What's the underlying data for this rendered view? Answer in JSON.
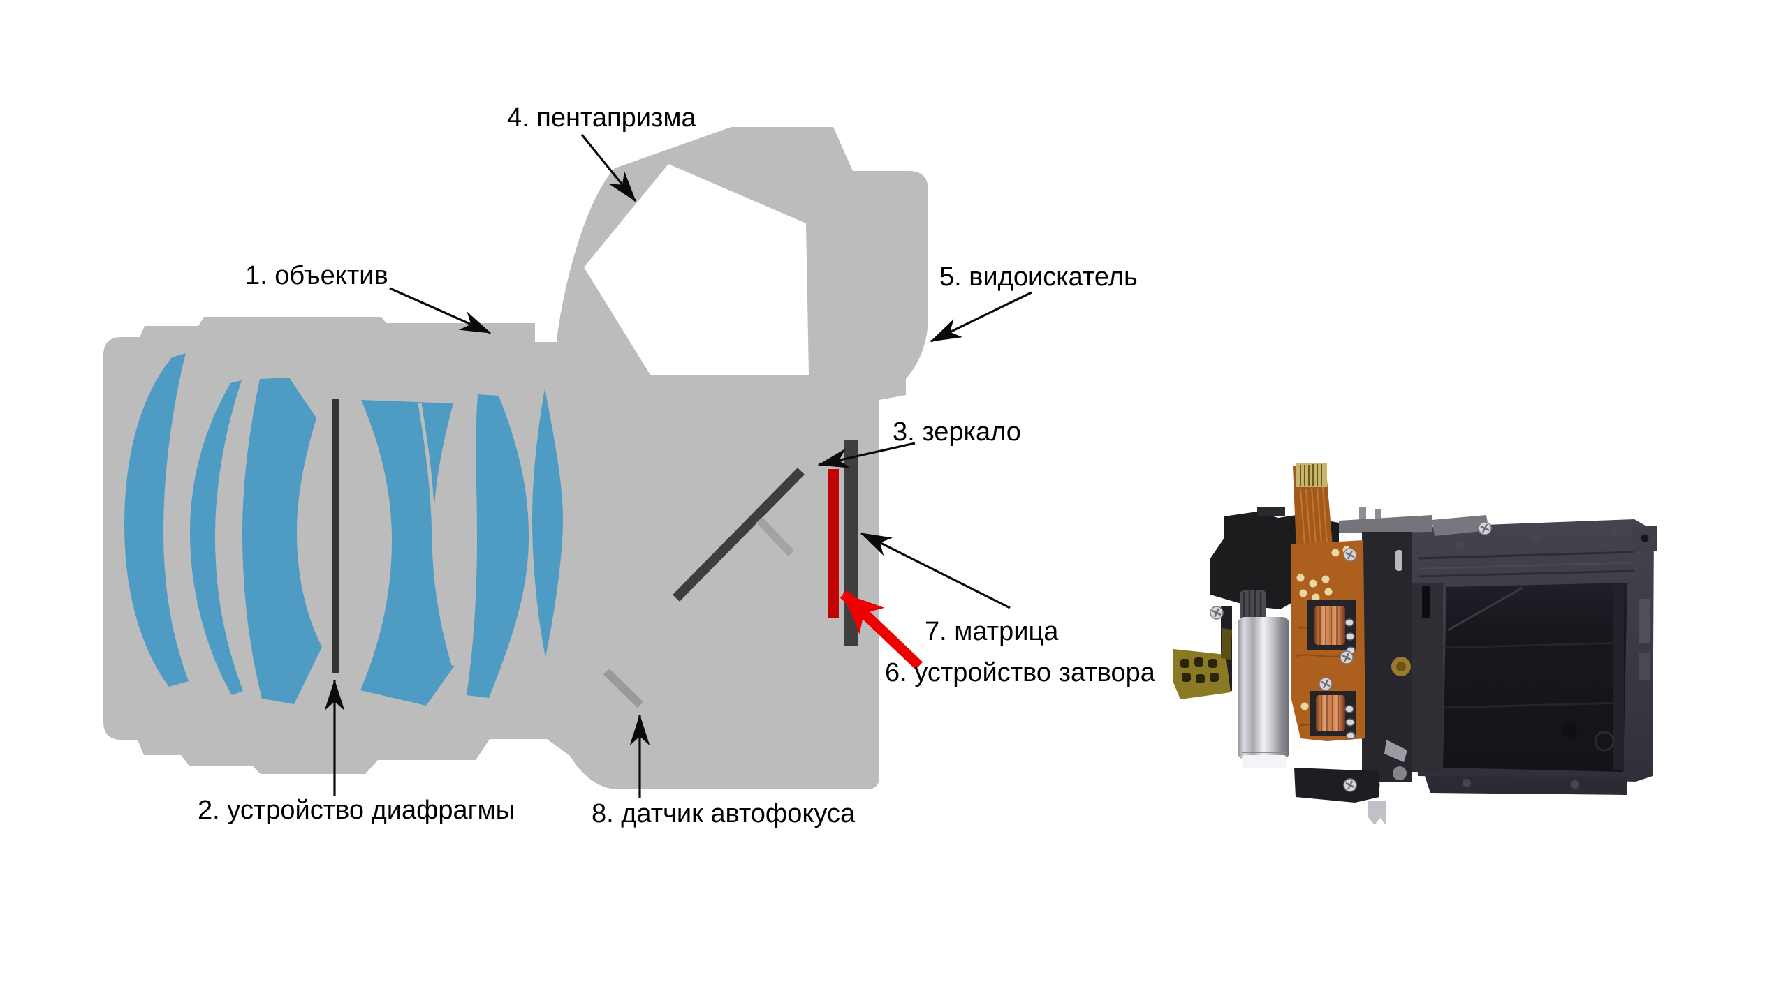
{
  "figure": {
    "labels": {
      "lens": "1. объектив",
      "aperture": "2. устройство диафрагмы",
      "mirror": "3. зеркало",
      "pentaprism": "4. пентапризма",
      "viewfinder": "5. видоискатель",
      "shutter": "6. устройство затвора",
      "sensor": "7. матрица",
      "autofocus": "8. датчик автофокуса"
    },
    "colors": {
      "body_gray": "#bcbcbc",
      "lens_blue": "#4e9cc4",
      "dark_part": "#3e3e3e",
      "aperture_dark": "#333333",
      "secondary_mirror_gray": "#a3a3a3",
      "af_sensor_gray": "#9a9a9a",
      "shutter_red": "#c00404",
      "arrow_red": "#ee0000",
      "label_text": "#000000"
    }
  }
}
